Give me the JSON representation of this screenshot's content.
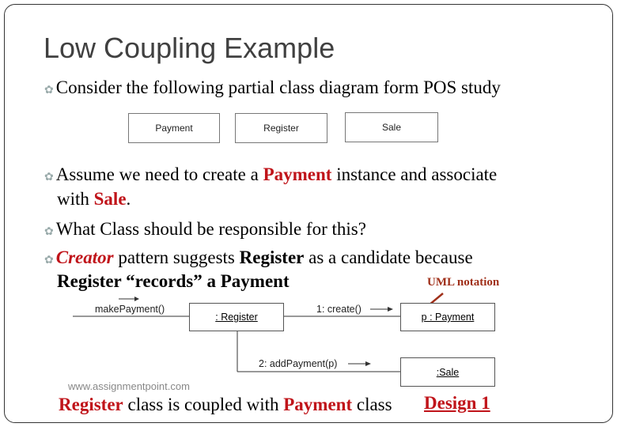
{
  "title": "Low Coupling Example",
  "bullets": {
    "b1": "Consider the following partial class diagram form POS study",
    "b2a": "Assume we need to create a ",
    "b2b": "Payment",
    "b2c": " instance and associate",
    "b2d": "with ",
    "b2e": "Sale",
    "b2f": ".",
    "b3": "What Class should be responsible for this?",
    "b4a": "Creator",
    "b4b": " pattern suggests ",
    "b4c": "Register",
    "b4d": " as a candidate because",
    "b5": "Register “records” a Payment"
  },
  "classes": [
    "Payment",
    "Register",
    "Sale"
  ],
  "diagram": {
    "make_payment": "makePayment()",
    "register_obj": ": Register",
    "create_msg": "1: create()",
    "payment_obj": "p : Payment",
    "add_payment_msg": "2: addPayment(p)",
    "sale_obj": ":Sale",
    "uml_note": "UML notation"
  },
  "footer": {
    "a": "Register",
    "b": " class is coupled with ",
    "c": "Payment",
    "d": " class",
    "design": "Design 1"
  },
  "watermark": "www.assignmentpoint.com",
  "colors": {
    "accent": "#c0141a",
    "note": "#a0301a"
  }
}
